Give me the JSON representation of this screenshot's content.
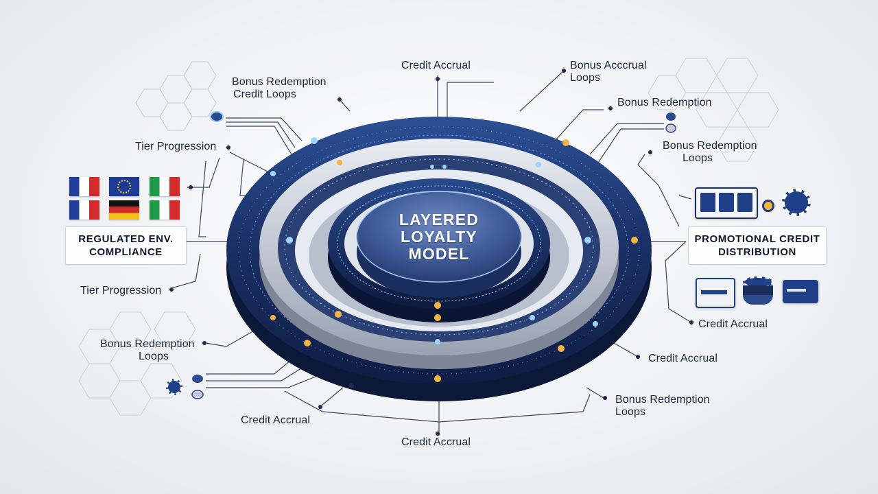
{
  "center": {
    "title_line1": "LAYERED",
    "title_line2": "LOYALTY",
    "title_line3": "MODEL"
  },
  "labels": {
    "top_center": "Credit Accrual",
    "top_left_1": "Bonus Redemption",
    "top_left_2": "Credit Loops",
    "top_right_1": "Bonus Acccrual",
    "top_right_2": "Loops",
    "right_bonus": "Bonus Redemption",
    "right_loops_1": "Bonus Redemption",
    "right_loops_2": "Loops",
    "left_tier_top": "Tier Progression",
    "left_tier_bottom": "Tier Progression",
    "left_bonus_1": "Bonus Redemption",
    "left_bonus_2": "Loops",
    "right_credit_1": "Credit Accrual",
    "right_credit_2": "Credit Accrual",
    "bottom_right_1": "Bonus Redemption",
    "bottom_right_2": "Loops",
    "bottom_left": "Credit Accrual",
    "bottom_center": "Credit Accrual"
  },
  "boxes": {
    "left_line1": "REGULATED ENV.",
    "left_line2": "COMPLIANCE",
    "right_line1": "PROMOTIONAL CREDIT",
    "right_line2": "DISTRIBUTION"
  },
  "flags": [
    "france",
    "eu",
    "italy",
    "france",
    "germany",
    "italy"
  ],
  "icons": [
    "slot-machine-icon",
    "coin-icon",
    "casino-chip-icon",
    "bonus-card-icon",
    "chip-stack-icon",
    "payment-card-icon",
    "casino-chip-icon",
    "toggle-icon"
  ],
  "colors": {
    "ring_dark": "#1b2d5a",
    "ring_blue": "#2f5aa8",
    "glow_gold": "#f5b342",
    "glow_blue": "#7fc4ff",
    "line": "#3a4256"
  }
}
